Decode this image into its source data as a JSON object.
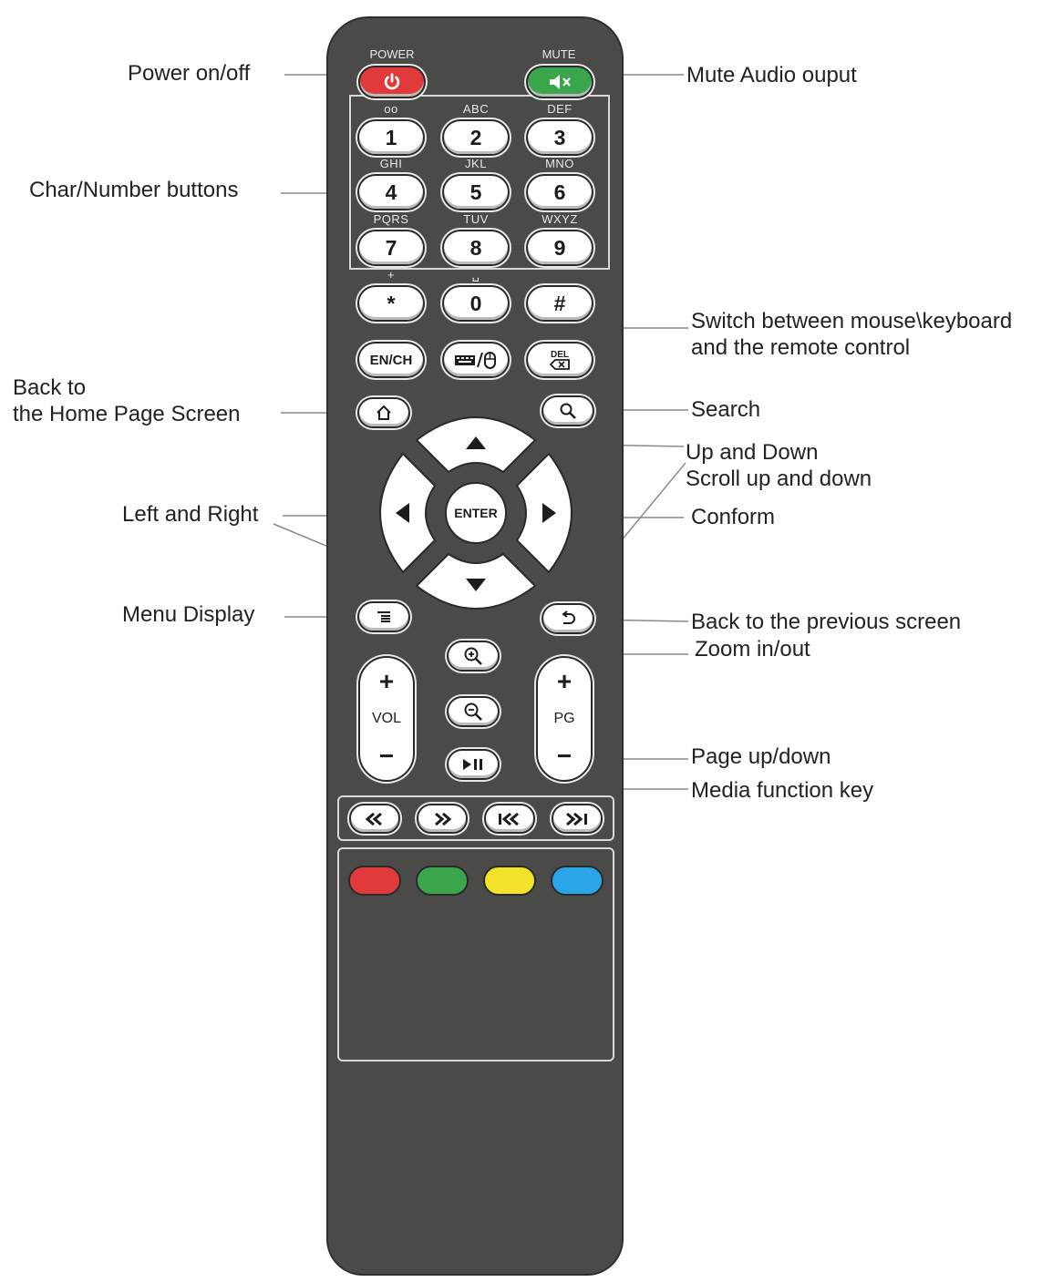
{
  "callouts": {
    "power": "Power on/off",
    "mute": "Mute Audio ouput",
    "char_number": "Char/Number buttons",
    "switch_line1": "Switch between mouse\\keyboard",
    "switch_line2": "and the remote control",
    "home_line1": "Back to",
    "home_line2": "the Home Page Screen",
    "search": "Search",
    "updown_line1": "Up and Down",
    "updown_line2": "Scroll up and down",
    "leftright": "Left and Right",
    "conform": "Conform",
    "menu": "Menu Display",
    "back": "Back to the previous screen",
    "zoom": "Zoom in/out",
    "page": "Page up/down",
    "media": "Media function key"
  },
  "top_labels": {
    "power": "POWER",
    "mute": "MUTE"
  },
  "numpad": [
    {
      "key": "1",
      "sub": "oo"
    },
    {
      "key": "2",
      "sub": "ABC"
    },
    {
      "key": "3",
      "sub": "DEF"
    },
    {
      "key": "4",
      "sub": "GHI"
    },
    {
      "key": "5",
      "sub": "JKL"
    },
    {
      "key": "6",
      "sub": "MNO"
    },
    {
      "key": "7",
      "sub": "PQRS"
    },
    {
      "key": "8",
      "sub": "TUV"
    },
    {
      "key": "9",
      "sub": "WXYZ"
    },
    {
      "key": "*",
      "sub": "+"
    },
    {
      "key": "0",
      "sub": "␣"
    },
    {
      "key": "#",
      "sub": ""
    }
  ],
  "keys": {
    "en_ch": "EN/CH",
    "enter": "ENTER",
    "vol": "VOL",
    "pg": "PG",
    "plus": "+",
    "minus": "−"
  },
  "icons": {
    "power": "power-icon",
    "mute": "mute-icon",
    "keyboard_mouse": "keyboard-mouse-icon",
    "delete": "delete-icon",
    "home": "home-icon",
    "search": "search-icon",
    "up": "arrow-up-icon",
    "down": "arrow-down-icon",
    "left": "arrow-left-icon",
    "right": "arrow-right-icon",
    "menu": "menu-icon",
    "back": "back-icon",
    "zoom_in": "zoom-in-icon",
    "zoom_out": "zoom-out-icon",
    "play_pause": "play-pause-icon",
    "rewind": "rewind-icon",
    "fast_forward": "fast-forward-icon",
    "prev": "previous-icon",
    "next": "next-icon"
  },
  "colors": {
    "power": "#e03a3a",
    "mute": "#3aa54a",
    "red": "#e03a3a",
    "green": "#3aa54a",
    "yellow": "#f2e22a",
    "blue": "#2aa6e8",
    "body": "#4a4a48"
  }
}
